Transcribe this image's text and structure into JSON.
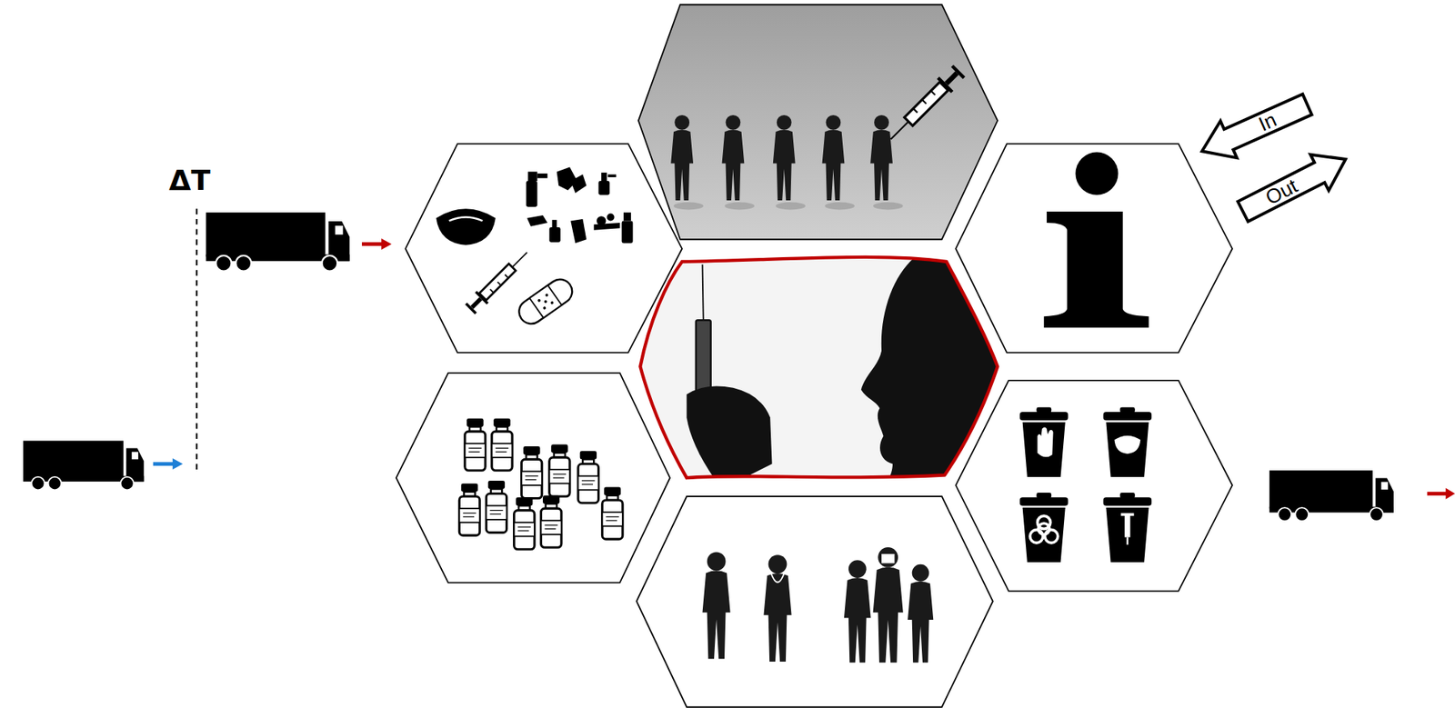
{
  "diagram": {
    "nodes": [
      {
        "text": [
          "In"
        ]
      },
      {
        "text": [
          "Out"
        ]
      }
    ],
    "labels": [
      "ΔT"
    ]
  }
}
